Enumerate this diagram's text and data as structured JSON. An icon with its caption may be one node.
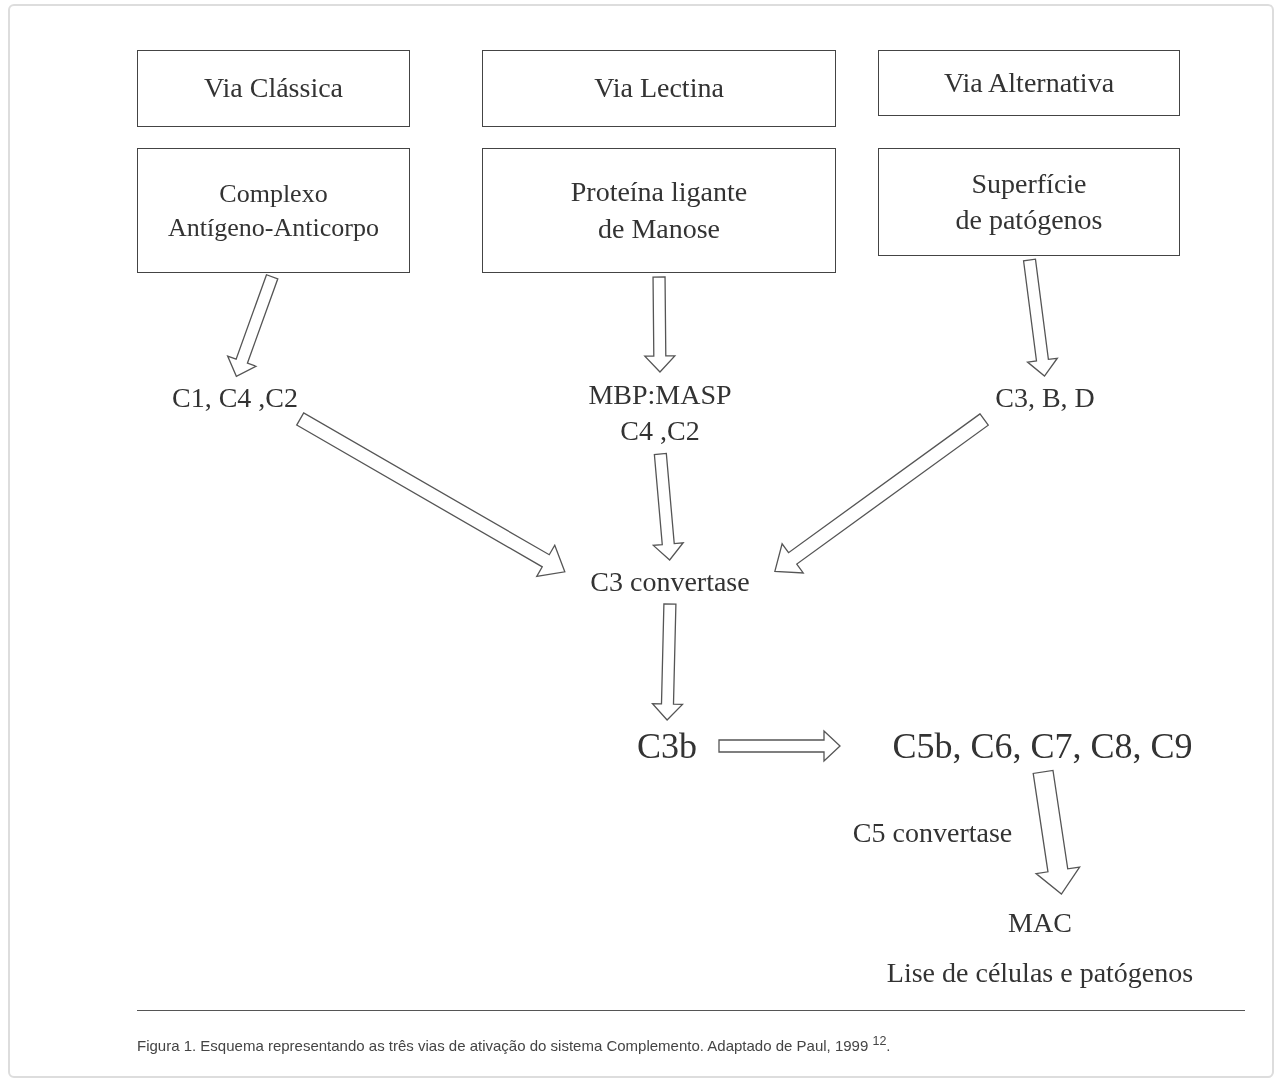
{
  "diagram": {
    "caption": "Figura 1. Esquema representando as três vias de ativação do sistema Complemento. Adaptado de Paul, 1999 $^{12}$.",
    "nodes": [
      {
        "text": [
          "Via Clássica"
        ]
      },
      {
        "text": [
          "Via Lectina"
        ]
      },
      {
        "text": [
          "Via Alternativa"
        ]
      },
      {
        "text": [
          "Complexo Antígeno-Anticorpo"
        ]
      },
      {
        "text": [
          "Proteína ligante de Manose"
        ]
      },
      {
        "text": [
          "Superfície de patógenos"
        ]
      },
      {
        "text": [
          "C1, C4 ,C2"
        ]
      },
      {
        "text": [
          "MBP:MASP C4 ,C2"
        ]
      },
      {
        "text": [
          "C3, B, D"
        ]
      },
      {
        "text": [
          "C3 convertase"
        ]
      },
      {
        "text": [
          "C3b"
        ]
      },
      {
        "text": [
          "C5b, C6, C7, C8, C9"
        ]
      },
      {
        "text": [
          "MAC",
          "Lise de células e patógenos"
        ]
      }
    ],
    "edges": [
      {
        "from": 3,
        "to": 6,
        "arrow": "to"
      },
      {
        "from": 4,
        "to": 7,
        "arrow": "to"
      },
      {
        "from": 5,
        "to": 8,
        "arrow": "to"
      },
      {
        "from": 6,
        "to": 9,
        "arrow": "to"
      },
      {
        "from": 7,
        "to": 9,
        "arrow": "to"
      },
      {
        "from": 8,
        "to": 9,
        "arrow": "to"
      },
      {
        "from": 9,
        "to": 10,
        "arrow": "to"
      },
      {
        "from": 10,
        "to": 11,
        "arrow": "to"
      },
      {
        "from": 11,
        "to": 12,
        "arrow": "to",
        "label": "C5 convertase"
      }
    ]
  }
}
